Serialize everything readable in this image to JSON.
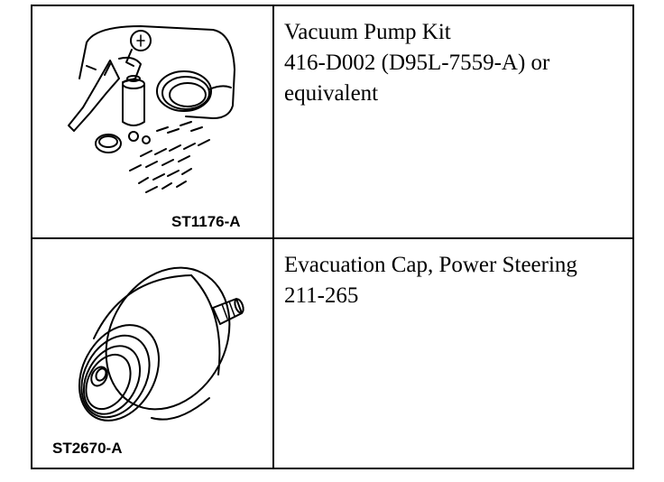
{
  "tools": [
    {
      "code": "ST1176-A",
      "lines": [
        "Vacuum Pump Kit",
        "416-D002 (D95L-7559-A) or",
        "equivalent"
      ],
      "icon": "vacuum-pump-kit-illustration"
    },
    {
      "code": "ST2670-A",
      "lines": [
        "Evacuation Cap, Power Steering",
        "211-265"
      ],
      "icon": "evacuation-cap-illustration"
    }
  ]
}
